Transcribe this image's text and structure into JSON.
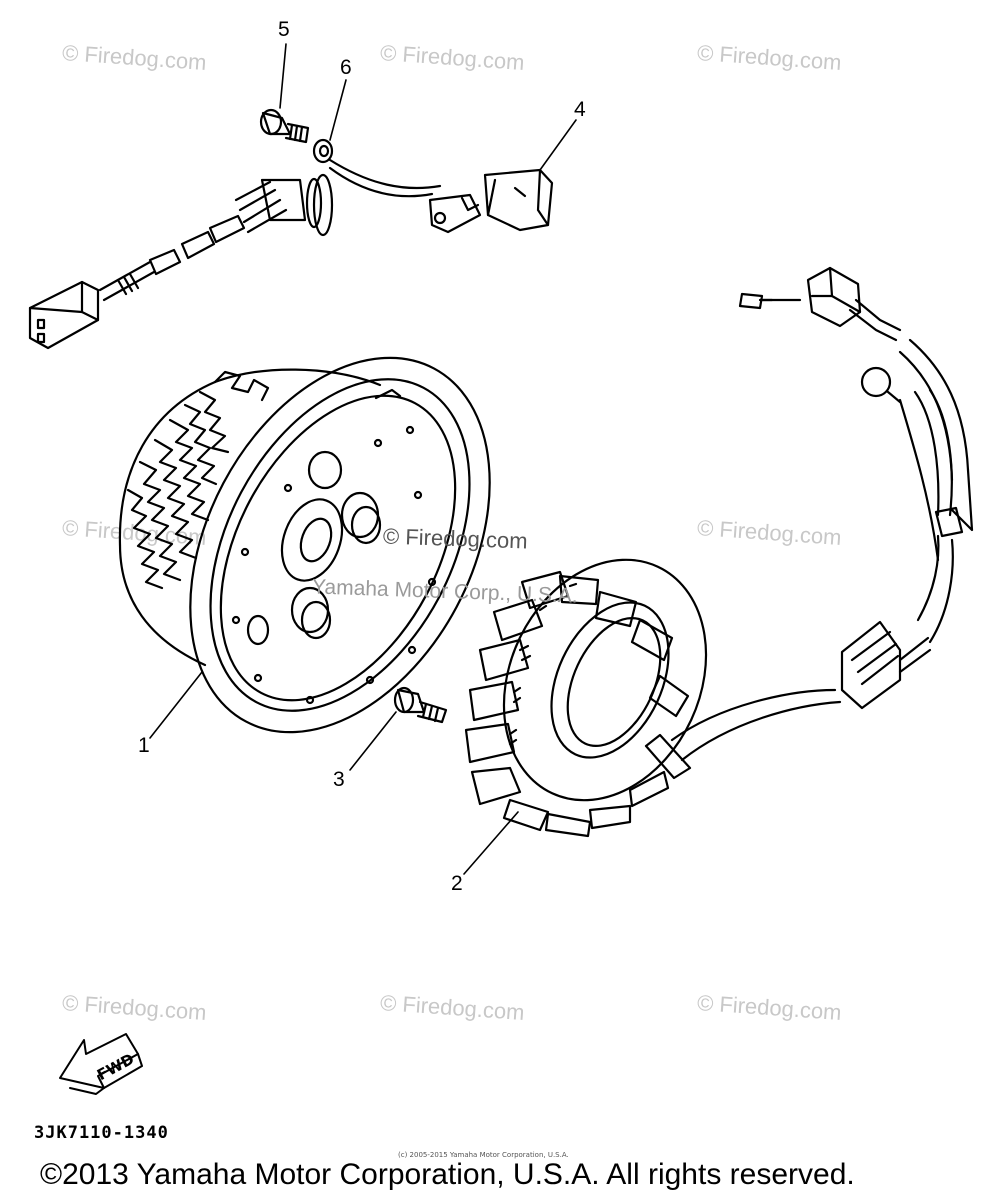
{
  "callouts": {
    "c1": "1",
    "c2": "2",
    "c3": "3",
    "c4": "4",
    "c5": "5",
    "c6": "6"
  },
  "watermark": "© Firedog.com",
  "center_watermark": "© Firedog.com",
  "center_sub_watermark": "Yamaha Motor Corp., U.S.A.",
  "fwd_label": "FWD",
  "drawing_number": "3JK7110-1340",
  "fine_print": "(c) 2005-2015 Yamaha Motor Corporation, U.S.A.",
  "copyright": "©2013 Yamaha Motor Corporation, U.S.A. All rights reserved."
}
